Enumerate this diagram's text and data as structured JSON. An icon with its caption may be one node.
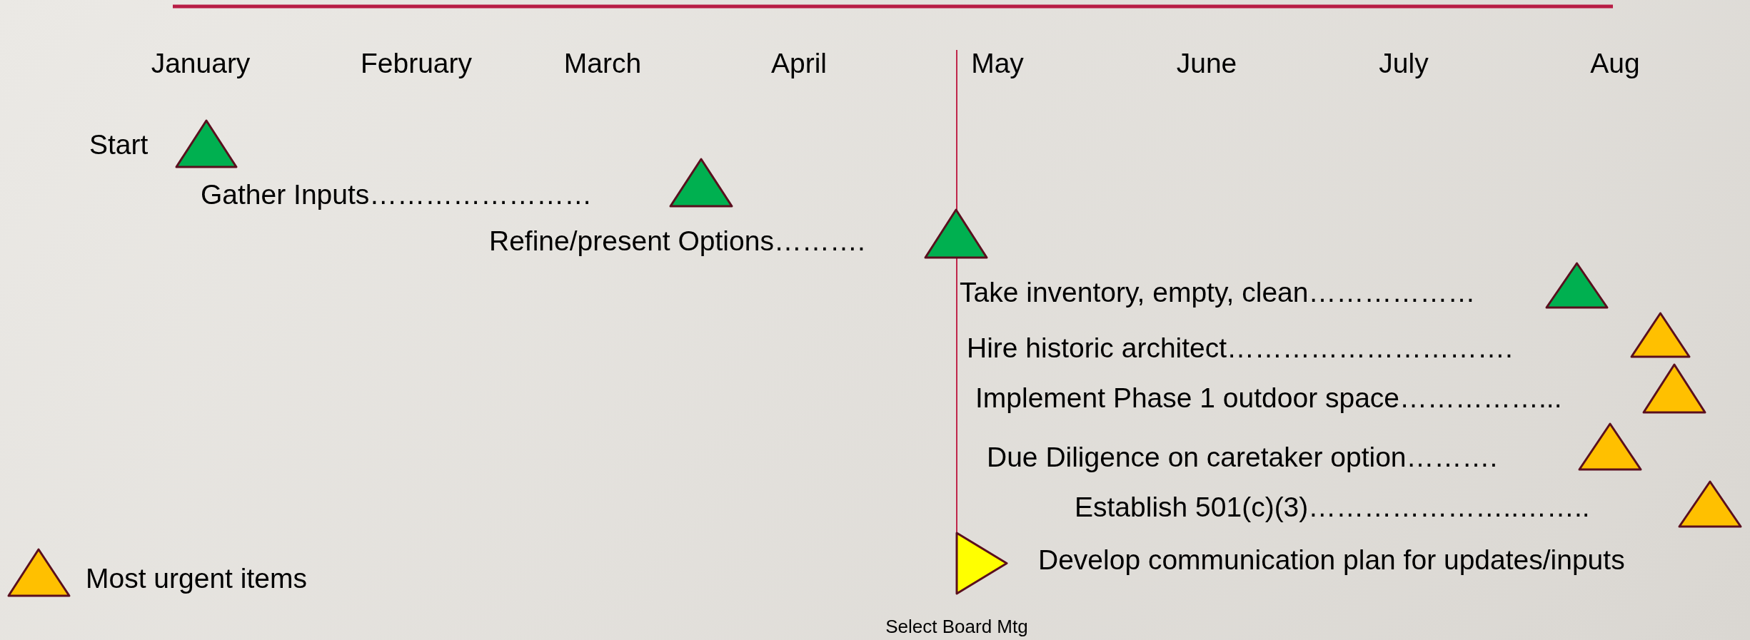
{
  "diagram": {
    "nodes": [
      {
        "text": [
          "Start"
        ]
      },
      {
        "text": [],
        "shape": "triangle"
      },
      {
        "text": [
          "Gather Inputs……………………"
        ]
      },
      {
        "text": [],
        "shape": "triangle"
      },
      {
        "text": [
          "Refine/present Options………."
        ]
      },
      {
        "text": [],
        "shape": "triangle"
      },
      {
        "text": [
          "Take inventory, empty, clean………………"
        ]
      },
      {
        "text": [],
        "shape": "triangle"
      },
      {
        "text": [
          "Hire historic architect…………………………."
        ]
      },
      {
        "text": [],
        "shape": "triangle"
      },
      {
        "text": [
          "Implement Phase 1 outdoor space……………..."
        ]
      },
      {
        "text": [],
        "shape": "triangle"
      },
      {
        "text": [
          "Due Diligence on caretaker option………."
        ]
      },
      {
        "text": [],
        "shape": "triangle"
      },
      {
        "text": [
          "Establish 501(c)(3)…………………..…….."
        ]
      },
      {
        "text": [],
        "shape": "triangle"
      },
      {
        "text": [],
        "shape": "triangle"
      },
      {
        "text": [
          "Develop communication plan for updates/inputs"
        ]
      }
    ],
    "edges": [],
    "labels": [
      "January",
      "February",
      "March",
      "April",
      "May",
      "June",
      "July",
      "Aug",
      "Select Board Mtg"
    ],
    "legend": [
      {
        "text": "Most urgent items",
        "color": "#ffc000"
      }
    ]
  }
}
